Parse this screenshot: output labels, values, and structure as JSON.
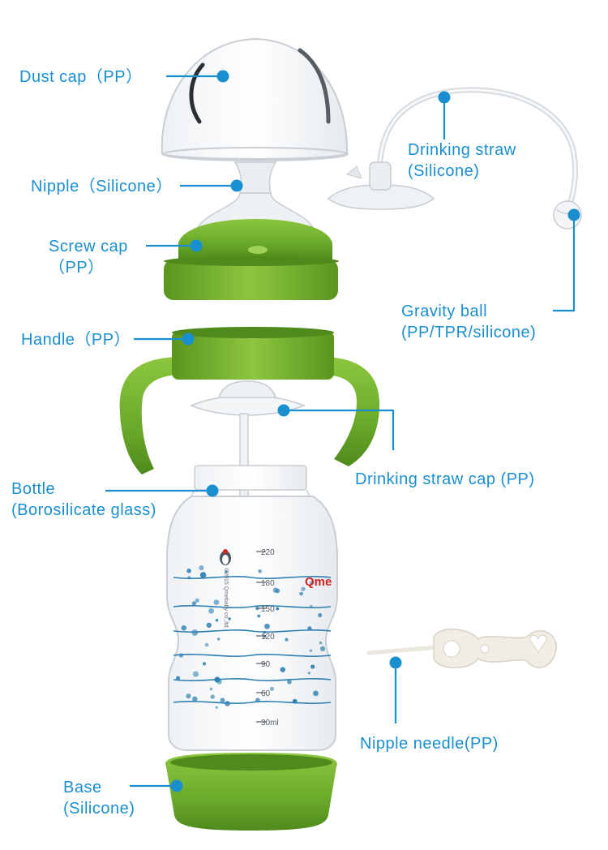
{
  "colors": {
    "callout": "#1a8fd0",
    "green": "#6aaa2a",
    "green_dark": "#4f8a1c",
    "glass_outline": "#c9ced4",
    "graduation": "#2d7fb2",
    "brand_red": "#d2231f"
  },
  "labels": {
    "dust_cap": [
      "Dust cap（PP）"
    ],
    "nipple": [
      "Nipple（Silicone）"
    ],
    "screw_cap": [
      "Screw cap",
      "（PP）"
    ],
    "handle": [
      "Handle（PP）"
    ],
    "bottle": [
      "Bottle",
      "(Borosilicate glass)"
    ],
    "base": [
      "Base",
      "(Silicone)"
    ],
    "drinking_straw": [
      "Drinking straw",
      "(Silicone)"
    ],
    "gravity_ball": [
      "Gravity ball",
      "(PP/TPR/silicone)"
    ],
    "drinking_straw_cap": [
      "Drinking straw cap (PP)"
    ],
    "nipple_needle": [
      "Nipple needle(PP)"
    ]
  },
  "bottle_marks": {
    "scale": [
      "220",
      "180",
      "150",
      "120",
      "90",
      "60",
      "30ml"
    ],
    "brand": "Qme",
    "copyright": "©2015 Qmebaby co.,ltd"
  },
  "icons": {
    "callout_dot": "filled-circle",
    "mascot": "penguin-icon"
  }
}
